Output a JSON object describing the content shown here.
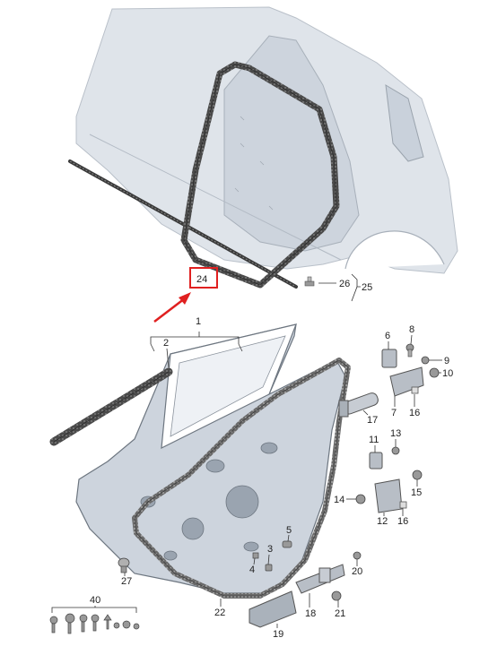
{
  "callouts": {
    "c1": "1",
    "c2": "2",
    "c3": "3",
    "c4": "4",
    "c5": "5",
    "c6": "6",
    "c7": "7",
    "c8": "8",
    "c9": "9",
    "c10": "10",
    "c11": "11",
    "c12": "12",
    "c13": "13",
    "c14": "14",
    "c15": "15",
    "c16a": "16",
    "c16b": "16",
    "c17": "17",
    "c18": "18",
    "c19": "19",
    "c20": "20",
    "c21": "21",
    "c22": "22",
    "c24": "24",
    "c25": "25",
    "c26": "26",
    "c27": "27",
    "c40": "40"
  },
  "colors": {
    "highlight": "#e02020",
    "body_fill": "#d6dce4",
    "panel_fill": "#c4ccd6",
    "seal_dark": "#3a3a3a"
  }
}
